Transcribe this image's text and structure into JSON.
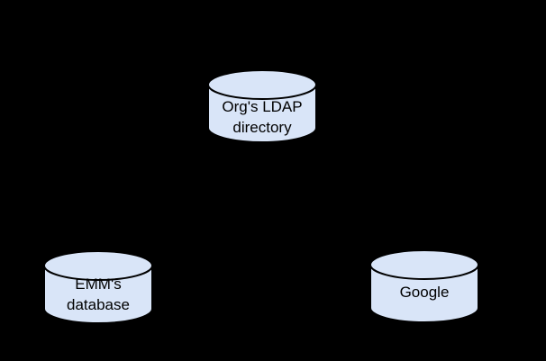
{
  "canvas": {
    "background_color": "#000000"
  },
  "diagram": {
    "description": "Three database cylinder shapes on a black background",
    "nodes": [
      {
        "id": "ldap",
        "type": "database-cylinder",
        "lines": [
          "Org's LDAP",
          "directory"
        ],
        "fill": "#d9e5f8",
        "stroke": "#000000",
        "text_color": "#000000"
      },
      {
        "id": "emm",
        "type": "database-cylinder",
        "lines": [
          "EMM's",
          "database"
        ],
        "fill": "#d9e5f8",
        "stroke": "#000000",
        "text_color": "#000000"
      },
      {
        "id": "google",
        "type": "database-cylinder",
        "lines": [
          "Google"
        ],
        "fill": "#d9e5f8",
        "stroke": "#000000",
        "text_color": "#000000"
      }
    ]
  }
}
